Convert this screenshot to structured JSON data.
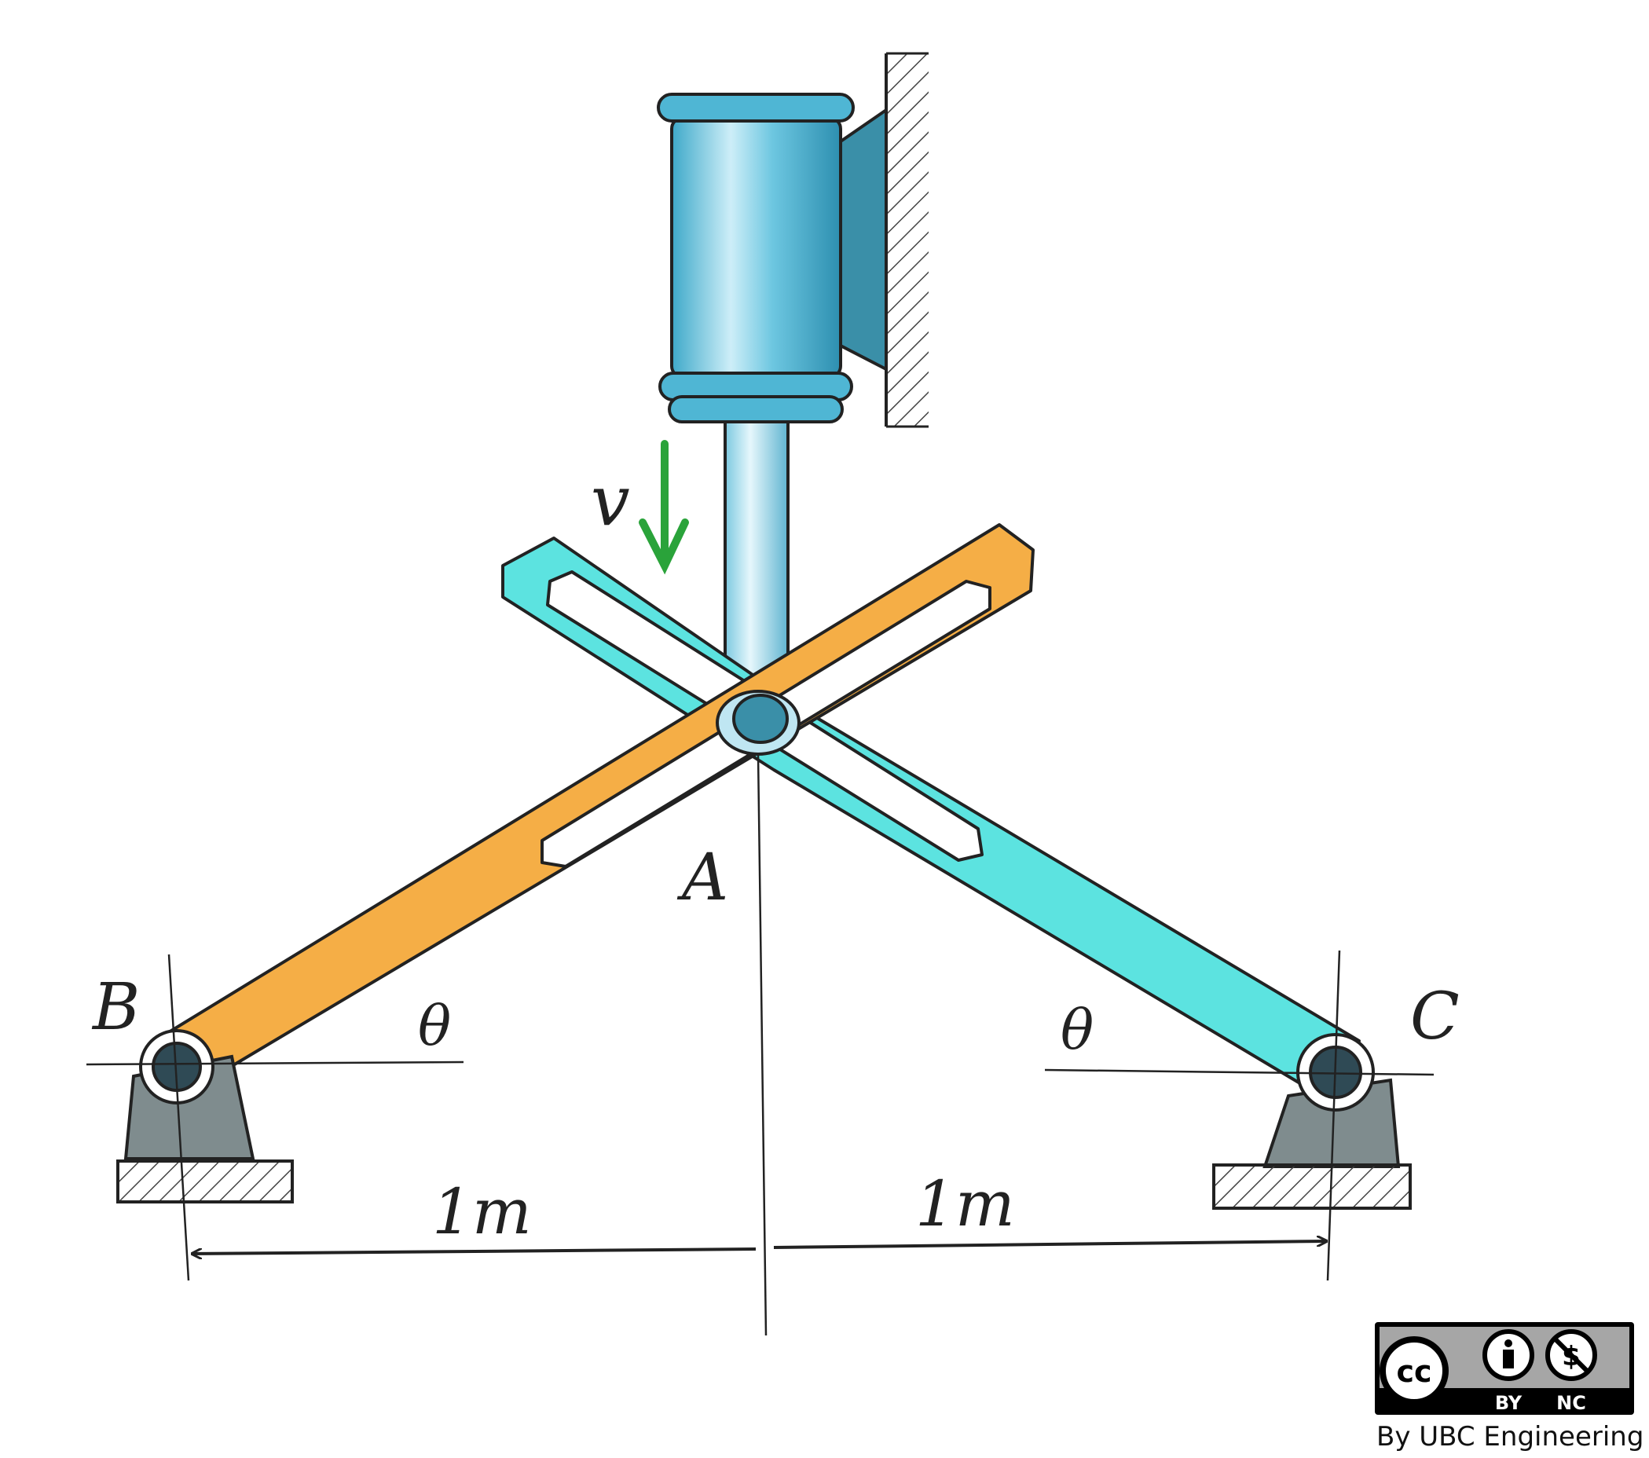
{
  "labels": {
    "point_a": "A",
    "point_b": "B",
    "point_c": "C",
    "velocity": "v",
    "angle_left": "θ",
    "angle_right": "θ",
    "dim_left": "1m",
    "dim_right": "1m"
  },
  "license": {
    "cc": "cc",
    "by": "BY",
    "nc": "NC",
    "credit": "By UBC Engineering"
  },
  "colors": {
    "orange_link": "#f5ae46",
    "cyan_link": "#5ce3e0",
    "cylinder": "#4fb6d4",
    "mount": "#3a8fa8",
    "pivot_base": "#7f8c8e",
    "pin": "#2f4a55",
    "velocity_arrow": "#2aa33a",
    "ink": "#222222"
  }
}
